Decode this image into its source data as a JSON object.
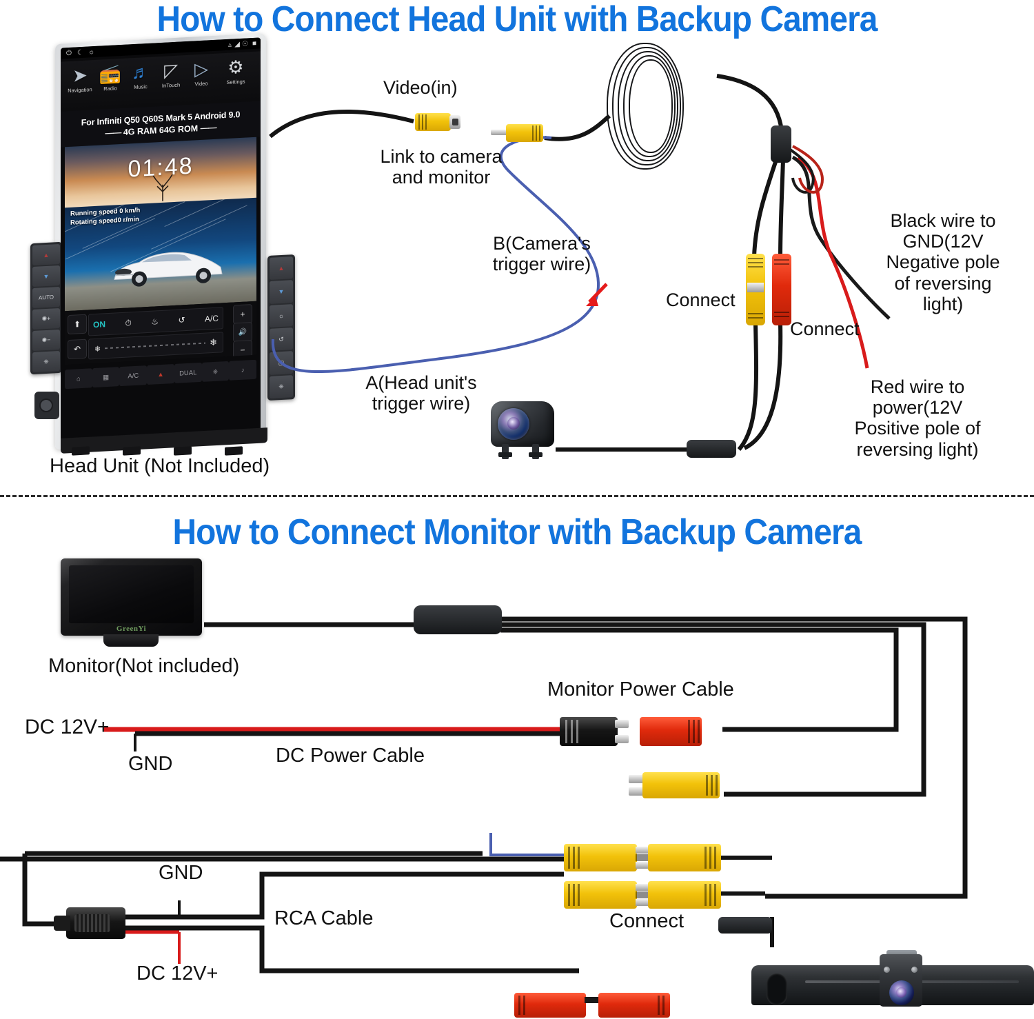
{
  "sections": {
    "head_unit": {
      "title": "How to Connect Head Unit with Backup Camera",
      "device_caption": "Head Unit  (Not Included)",
      "screen": {
        "product_line_1": "For Infiniti Q50 Q60S Mark 5 Android 9.0",
        "product_line_2": "4G RAM 64G ROM",
        "clock": "01:48",
        "running_speed": "Running speed 0 km/h",
        "rotating_speed": "Rotating speed0 r/min",
        "app_icons": [
          {
            "label": "Navigation",
            "icon": "navigation-arrow-icon",
            "glyph": "➤"
          },
          {
            "label": "Radio",
            "icon": "radio-icon",
            "glyph": "📻"
          },
          {
            "label": "Music",
            "icon": "music-note-icon",
            "glyph": "♫"
          },
          {
            "label": "InTouch",
            "icon": "steering-wheel-icon",
            "glyph": "☸"
          },
          {
            "label": "Video",
            "icon": "video-play-icon",
            "glyph": "▶"
          },
          {
            "label": "Settings",
            "icon": "gear-icon",
            "glyph": "⚙"
          }
        ],
        "status_icons": [
          "wifi-icon",
          "signal-icon",
          "bluetooth-icon",
          "battery-icon"
        ],
        "top_left_icons": [
          "power-icon",
          "moon-icon",
          "brightness-icon"
        ],
        "climate": {
          "on_label": "ON",
          "ac_label": "A/C",
          "icons": [
            "defrost-front-icon",
            "defrost-rear-icon",
            "recirculate-icon"
          ],
          "fan_low_icon": "fan-icon",
          "fan_high_icon": "fan-icon",
          "plus_label": "+",
          "minus_label": "−",
          "mute_label": "🔊",
          "up_arrow_icon": "up-arrow-icon",
          "back_icon": "back-arrow-icon"
        },
        "bottom_buttons": [
          {
            "label": "",
            "icon": "home-icon"
          },
          {
            "label": "",
            "icon": "apps-grid-icon"
          },
          {
            "label": "A/C",
            "icon": "ac-icon"
          },
          {
            "label": "",
            "icon": "temp-up-icon"
          },
          {
            "label": "DUAL",
            "icon": "dual-icon"
          },
          {
            "label": "",
            "icon": "seat-heat-icon"
          },
          {
            "label": "",
            "icon": "music-icon"
          }
        ],
        "side_buttons_left": [
          "temp-up-icon",
          "temp-down-icon",
          "AUTO",
          "fan-plus-icon",
          "fan-minus-icon",
          "seat-heat-icon"
        ],
        "side_buttons_right": [
          "temp-up-icon",
          "temp-down-icon",
          "defrost-icon",
          "recirc-icon",
          "mode-icon",
          "seat-icon"
        ]
      },
      "labels": {
        "video_in": "Video(in)",
        "link_to_camera": "Link to camera\nand monitor",
        "trigger_b": "B(Camera's\ntrigger wire)",
        "trigger_a": "A(Head unit's\ntrigger wire)",
        "connect_left": "Connect",
        "connect_right": "Connect",
        "black_wire": "Black wire to\nGND(12V\nNegative pole\nof reversing\nlight)",
        "red_wire": "Red wire to\npower(12V\nPositive pole of\nreversing light)"
      }
    },
    "monitor": {
      "title": "How to Connect Monitor with Backup Camera",
      "device_caption": "Monitor(Not included)",
      "brand": "GreenYi",
      "labels": {
        "dc_12v_top": "DC  12V+",
        "gnd_top": "GND",
        "dc_power_cable": "DC Power Cable",
        "monitor_power_cable": "Monitor Power Cable",
        "gnd_bottom": "GND",
        "rca_cable": "RCA  Cable",
        "dc_12v_bottom": "DC  12V+",
        "connect": "Connect"
      }
    }
  },
  "colors": {
    "title_blue": "#1274dd",
    "wire_black": "#111111",
    "wire_red": "#d81b1b",
    "wire_blue": "#4a5fb0",
    "rca_yellow": "#f2c20a",
    "connector_red": "#e02a0c",
    "arrow_red": "#e51b1b"
  }
}
